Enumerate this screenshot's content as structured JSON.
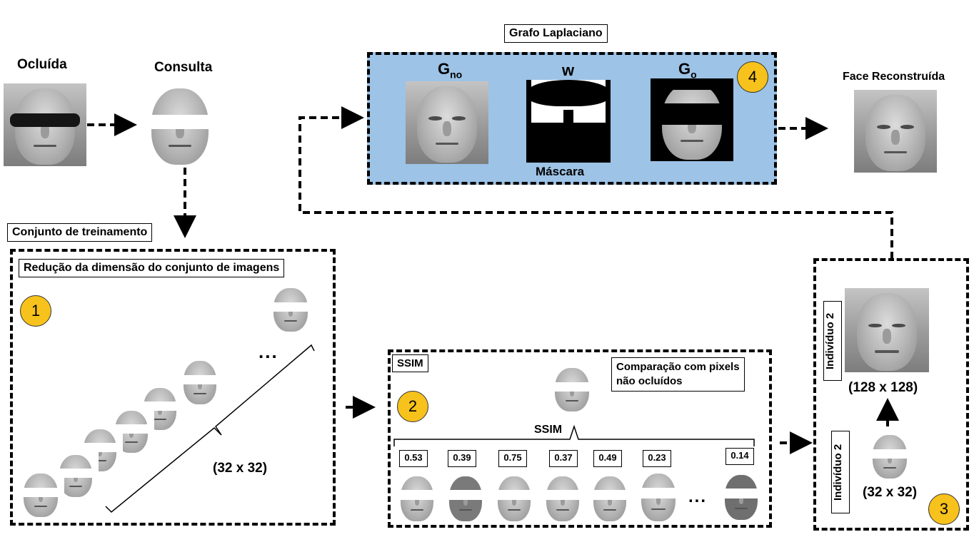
{
  "top": {
    "occluded_title": "Ocluída",
    "query_title": "Consulta",
    "graph_label": "Grafo Laplaciano",
    "g_no": {
      "base": "G",
      "sub": "no"
    },
    "w_label": "w",
    "g_o": {
      "base": "G",
      "sub": "o"
    },
    "mask_label": "Máscara",
    "reconstructed_title": "Face Reconstruída",
    "step4": "4"
  },
  "training": {
    "label": "Conjunto de treinamento",
    "reduction_label": "Redução da dimensão do conjunto de imagens",
    "step1": "1",
    "ellipsis": "...",
    "size_label": "(32 x 32)"
  },
  "ssim": {
    "box_label": "SSIM",
    "comparison_label_line1": "Comparação com pixels",
    "comparison_label_line2": "não ocluídos",
    "step2": "2",
    "brace_label": "SSIM",
    "scores": [
      "0.53",
      "0.39",
      "0.75",
      "0.37",
      "0.49",
      "0.23",
      "0.14"
    ],
    "ellipsis": "..."
  },
  "result": {
    "individual_label_top": "Indivíduo 2",
    "size_large": "(128 x 128)",
    "individual_label_bottom": "Indivíduo 2",
    "size_small": "(32 x 32)",
    "step3": "3"
  },
  "colors": {
    "graph_panel": "#9dc3e6",
    "step_circle": "#f7c21b"
  }
}
